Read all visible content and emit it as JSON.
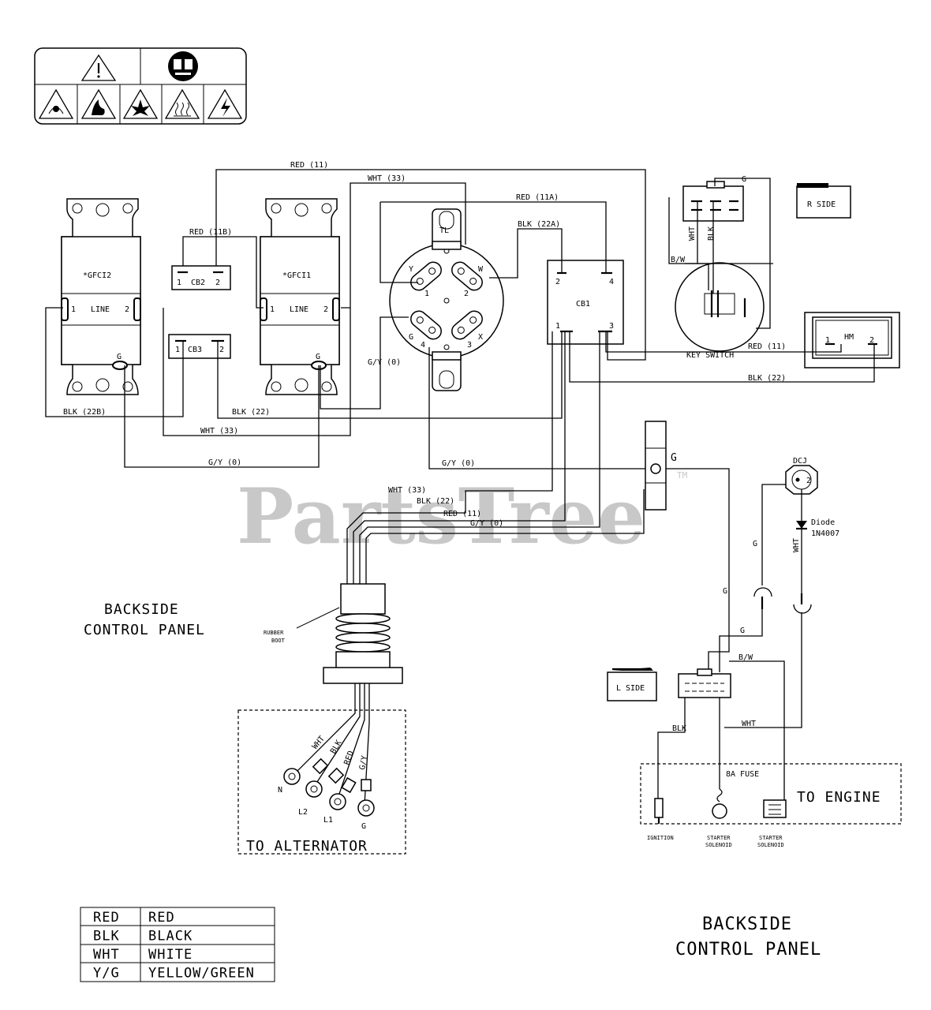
{
  "watermark": "PartsTree",
  "watermark_tm": "TM",
  "components": {
    "gfci2": "*GFCI2",
    "gfci1": "*GFCI1",
    "line": "LINE",
    "cb1": "CB1",
    "cb2": "CB2",
    "cb3": "CB3",
    "tl": "TL",
    "key_switch": "KEY SWITCH",
    "hm": "HM",
    "r_side": "R SIDE",
    "l_side": "L SIDE",
    "dcj": "DCJ",
    "diode": "Diode",
    "diode_part": "1N4007",
    "rubber": "RUBBER",
    "boot": "BOOT",
    "fuse": "8A FUSE",
    "to_engine": "TO ENGINE",
    "to_alternator": "TO ALTERNATOR",
    "ignition": "IGNITION",
    "starter": "STARTER",
    "solenoid": "SOLENOID",
    "backside": "BACKSIDE",
    "control_panel": "CONTROL PANEL"
  },
  "terminals": {
    "t1": "1",
    "t2": "2",
    "t3": "3",
    "t4": "4",
    "g": "G",
    "y": "Y",
    "w": "W",
    "x": "X",
    "n": "N",
    "l1": "L1",
    "l2": "L2"
  },
  "wires": {
    "red11": "RED (11)",
    "wht33": "WHT (33)",
    "red11a": "RED (11A)",
    "blk22a": "BLK (22A)",
    "red11b": "RED (11B)",
    "gy0": "G/Y (0)",
    "blk22b": "BLK (22B)",
    "blk22": "BLK (22)",
    "wht": "WHT",
    "blk": "BLK",
    "red": "RED",
    "gy": "G/Y",
    "bw": "B/W",
    "g": "G"
  },
  "legend": [
    {
      "code": "RED",
      "color": "RED"
    },
    {
      "code": "BLK",
      "color": "BLACK"
    },
    {
      "code": "WHT",
      "color": "WHITE"
    },
    {
      "code": "Y/G",
      "color": "YELLOW/GREEN"
    }
  ],
  "icons": [
    "warning-icon",
    "manual-icon",
    "toxic-fumes-icon",
    "fire-icon",
    "explosion-icon",
    "hot-surface-icon",
    "shock-icon"
  ]
}
